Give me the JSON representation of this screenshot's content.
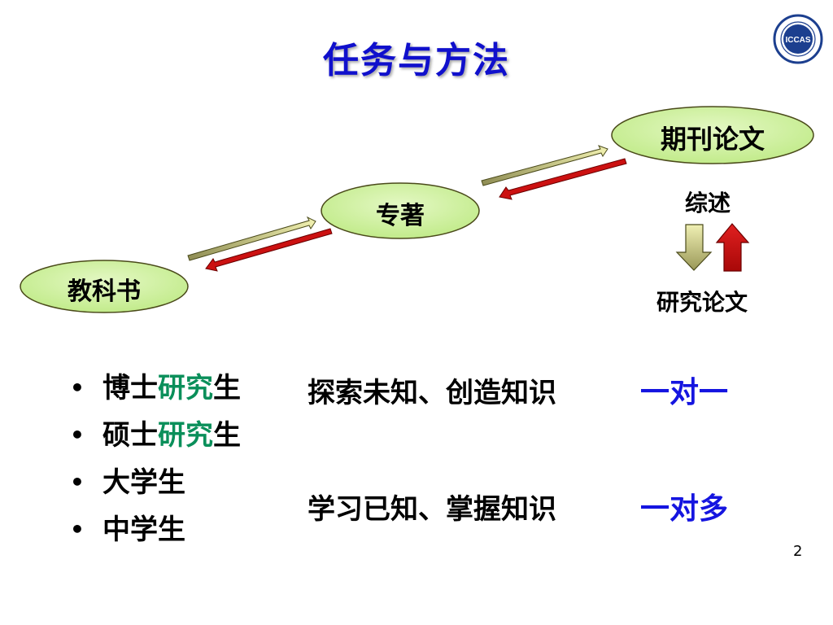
{
  "slide": {
    "title": "任务与方法",
    "page_number": "2",
    "logo_text": "ICCAS"
  },
  "diagram": {
    "levels": [
      {
        "label": "教科书"
      },
      {
        "label": "专著"
      },
      {
        "label": "期刊论文"
      }
    ],
    "review_label": "综述",
    "research_label": "研究论文"
  },
  "bullets": [
    {
      "prefix": "博士",
      "highlight": "研究",
      "suffix": "生"
    },
    {
      "prefix": "硕士",
      "highlight": "研究",
      "suffix": "生"
    },
    {
      "prefix": "大学生",
      "highlight": "",
      "suffix": ""
    },
    {
      "prefix": "中学生",
      "highlight": "",
      "suffix": ""
    }
  ],
  "phrases": {
    "explore": "探索未知、创造知识",
    "learn": "学习已知、掌握知识"
  },
  "modes": {
    "one_to_one": "一对一",
    "one_to_many": "一对多"
  },
  "colors": {
    "title": "#1010cc",
    "highlight": "#0a8f5a",
    "mode": "#1515e0",
    "oval_fill": "#c9ef97",
    "forward_arrow": "#b9b870",
    "backward_arrow": "#cc1111"
  }
}
